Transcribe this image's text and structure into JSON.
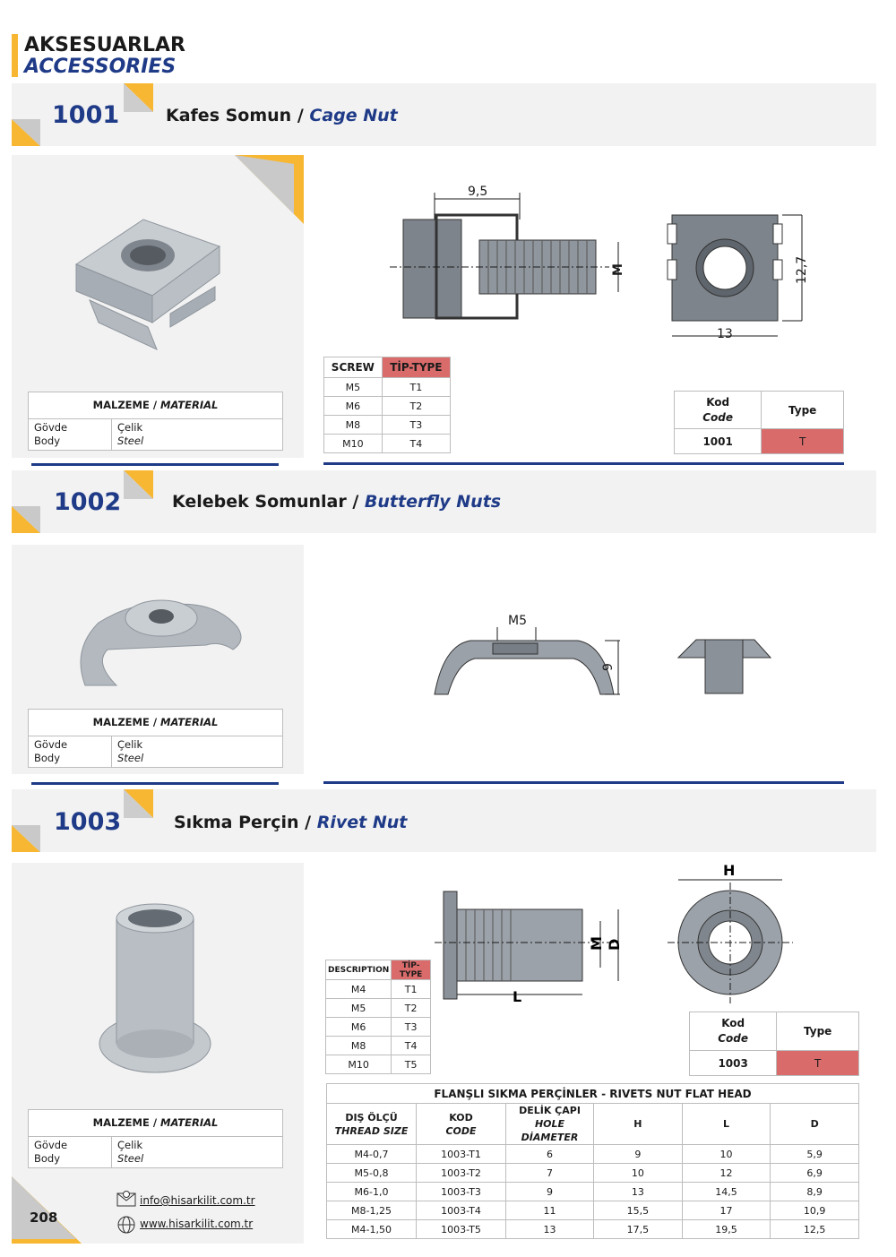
{
  "header": {
    "title_tr": "AKSESUARLAR",
    "title_en": "ACCESSORIES"
  },
  "colors": {
    "accent": "#f7b733",
    "brand_blue": "#1f3b88",
    "type_red": "#d96b6b"
  },
  "sections": [
    {
      "code": "1001",
      "name_tr": "Kafes Somun",
      "sep": " / ",
      "name_en": "Cage Nut",
      "material": {
        "header_tr": "MALZEME",
        "header_en": "MATERIAL",
        "row_label_tr": "Gövde",
        "row_label_en": "Body",
        "value_tr": "Çelik",
        "value_en": "Steel"
      },
      "dims": {
        "width": "9,5",
        "thread": "M",
        "height": "12,7",
        "base": "13"
      },
      "screw_table": {
        "col1": "SCREW",
        "col2": "TİP-TYPE",
        "rows": [
          [
            "M5",
            "T1"
          ],
          [
            "M6",
            "T2"
          ],
          [
            "M8",
            "T3"
          ],
          [
            "M10",
            "T4"
          ]
        ]
      },
      "code_table": {
        "kod": "Kod",
        "code": "Code",
        "type": "Type",
        "value": "1001",
        "type_value": "T"
      }
    },
    {
      "code": "1002",
      "name_tr": "Kelebek Somunlar",
      "sep": " / ",
      "name_en": "Butterfly Nuts",
      "material": {
        "header_tr": "MALZEME",
        "header_en": "MATERIAL",
        "row_label_tr": "Gövde",
        "row_label_en": "Body",
        "value_tr": "Çelik",
        "value_en": "Steel"
      },
      "dims": {
        "thread": "M5",
        "height": "9"
      }
    },
    {
      "code": "1003",
      "name_tr": "Sıkma Perçin",
      "sep": " / ",
      "name_en": "Rivet Nut",
      "material": {
        "header_tr": "MALZEME",
        "header_en": "MATERIAL",
        "row_label_tr": "Gövde",
        "row_label_en": "Body",
        "value_tr": "Çelik",
        "value_en": "Steel"
      },
      "dims": {
        "h": "H",
        "m": "M",
        "d": "D",
        "l": "L"
      },
      "desc_table": {
        "col1": "DESCRIPTION",
        "col2": "TİP-TYPE",
        "rows": [
          [
            "M4",
            "T1"
          ],
          [
            "M5",
            "T2"
          ],
          [
            "M6",
            "T3"
          ],
          [
            "M8",
            "T4"
          ],
          [
            "M10",
            "T5"
          ]
        ]
      },
      "code_table": {
        "kod": "Kod",
        "code": "Code",
        "type": "Type",
        "value": "1003",
        "type_value": "T"
      },
      "spec_table": {
        "title": "FLANŞLI SIKMA PERÇİNLER - RIVETS NUT FLAT HEAD",
        "headers": [
          {
            "tr": "DIŞ ÖLÇÜ",
            "en": "THREAD SIZE"
          },
          {
            "tr": "KOD",
            "en": "CODE"
          },
          {
            "tr": "DELİK ÇAPI",
            "en": "HOLE DİAMETER"
          },
          {
            "tr": "H",
            "en": ""
          },
          {
            "tr": "L",
            "en": ""
          },
          {
            "tr": "D",
            "en": ""
          }
        ],
        "rows": [
          [
            "M4-0,7",
            "1003-T1",
            "6",
            "9",
            "10",
            "5,9"
          ],
          [
            "M5-0,8",
            "1003-T2",
            "7",
            "10",
            "12",
            "6,9"
          ],
          [
            "M6-1,0",
            "1003-T3",
            "9",
            "13",
            "14,5",
            "8,9"
          ],
          [
            "M8-1,25",
            "1003-T4",
            "11",
            "15,5",
            "17",
            "10,9"
          ],
          [
            "M4-1,50",
            "1003-T5",
            "13",
            "17,5",
            "19,5",
            "12,5"
          ]
        ]
      }
    }
  ],
  "footer": {
    "page": "208",
    "email": "info@hisarkilit.com.tr",
    "web": "www.hisarkilit.com.tr"
  }
}
